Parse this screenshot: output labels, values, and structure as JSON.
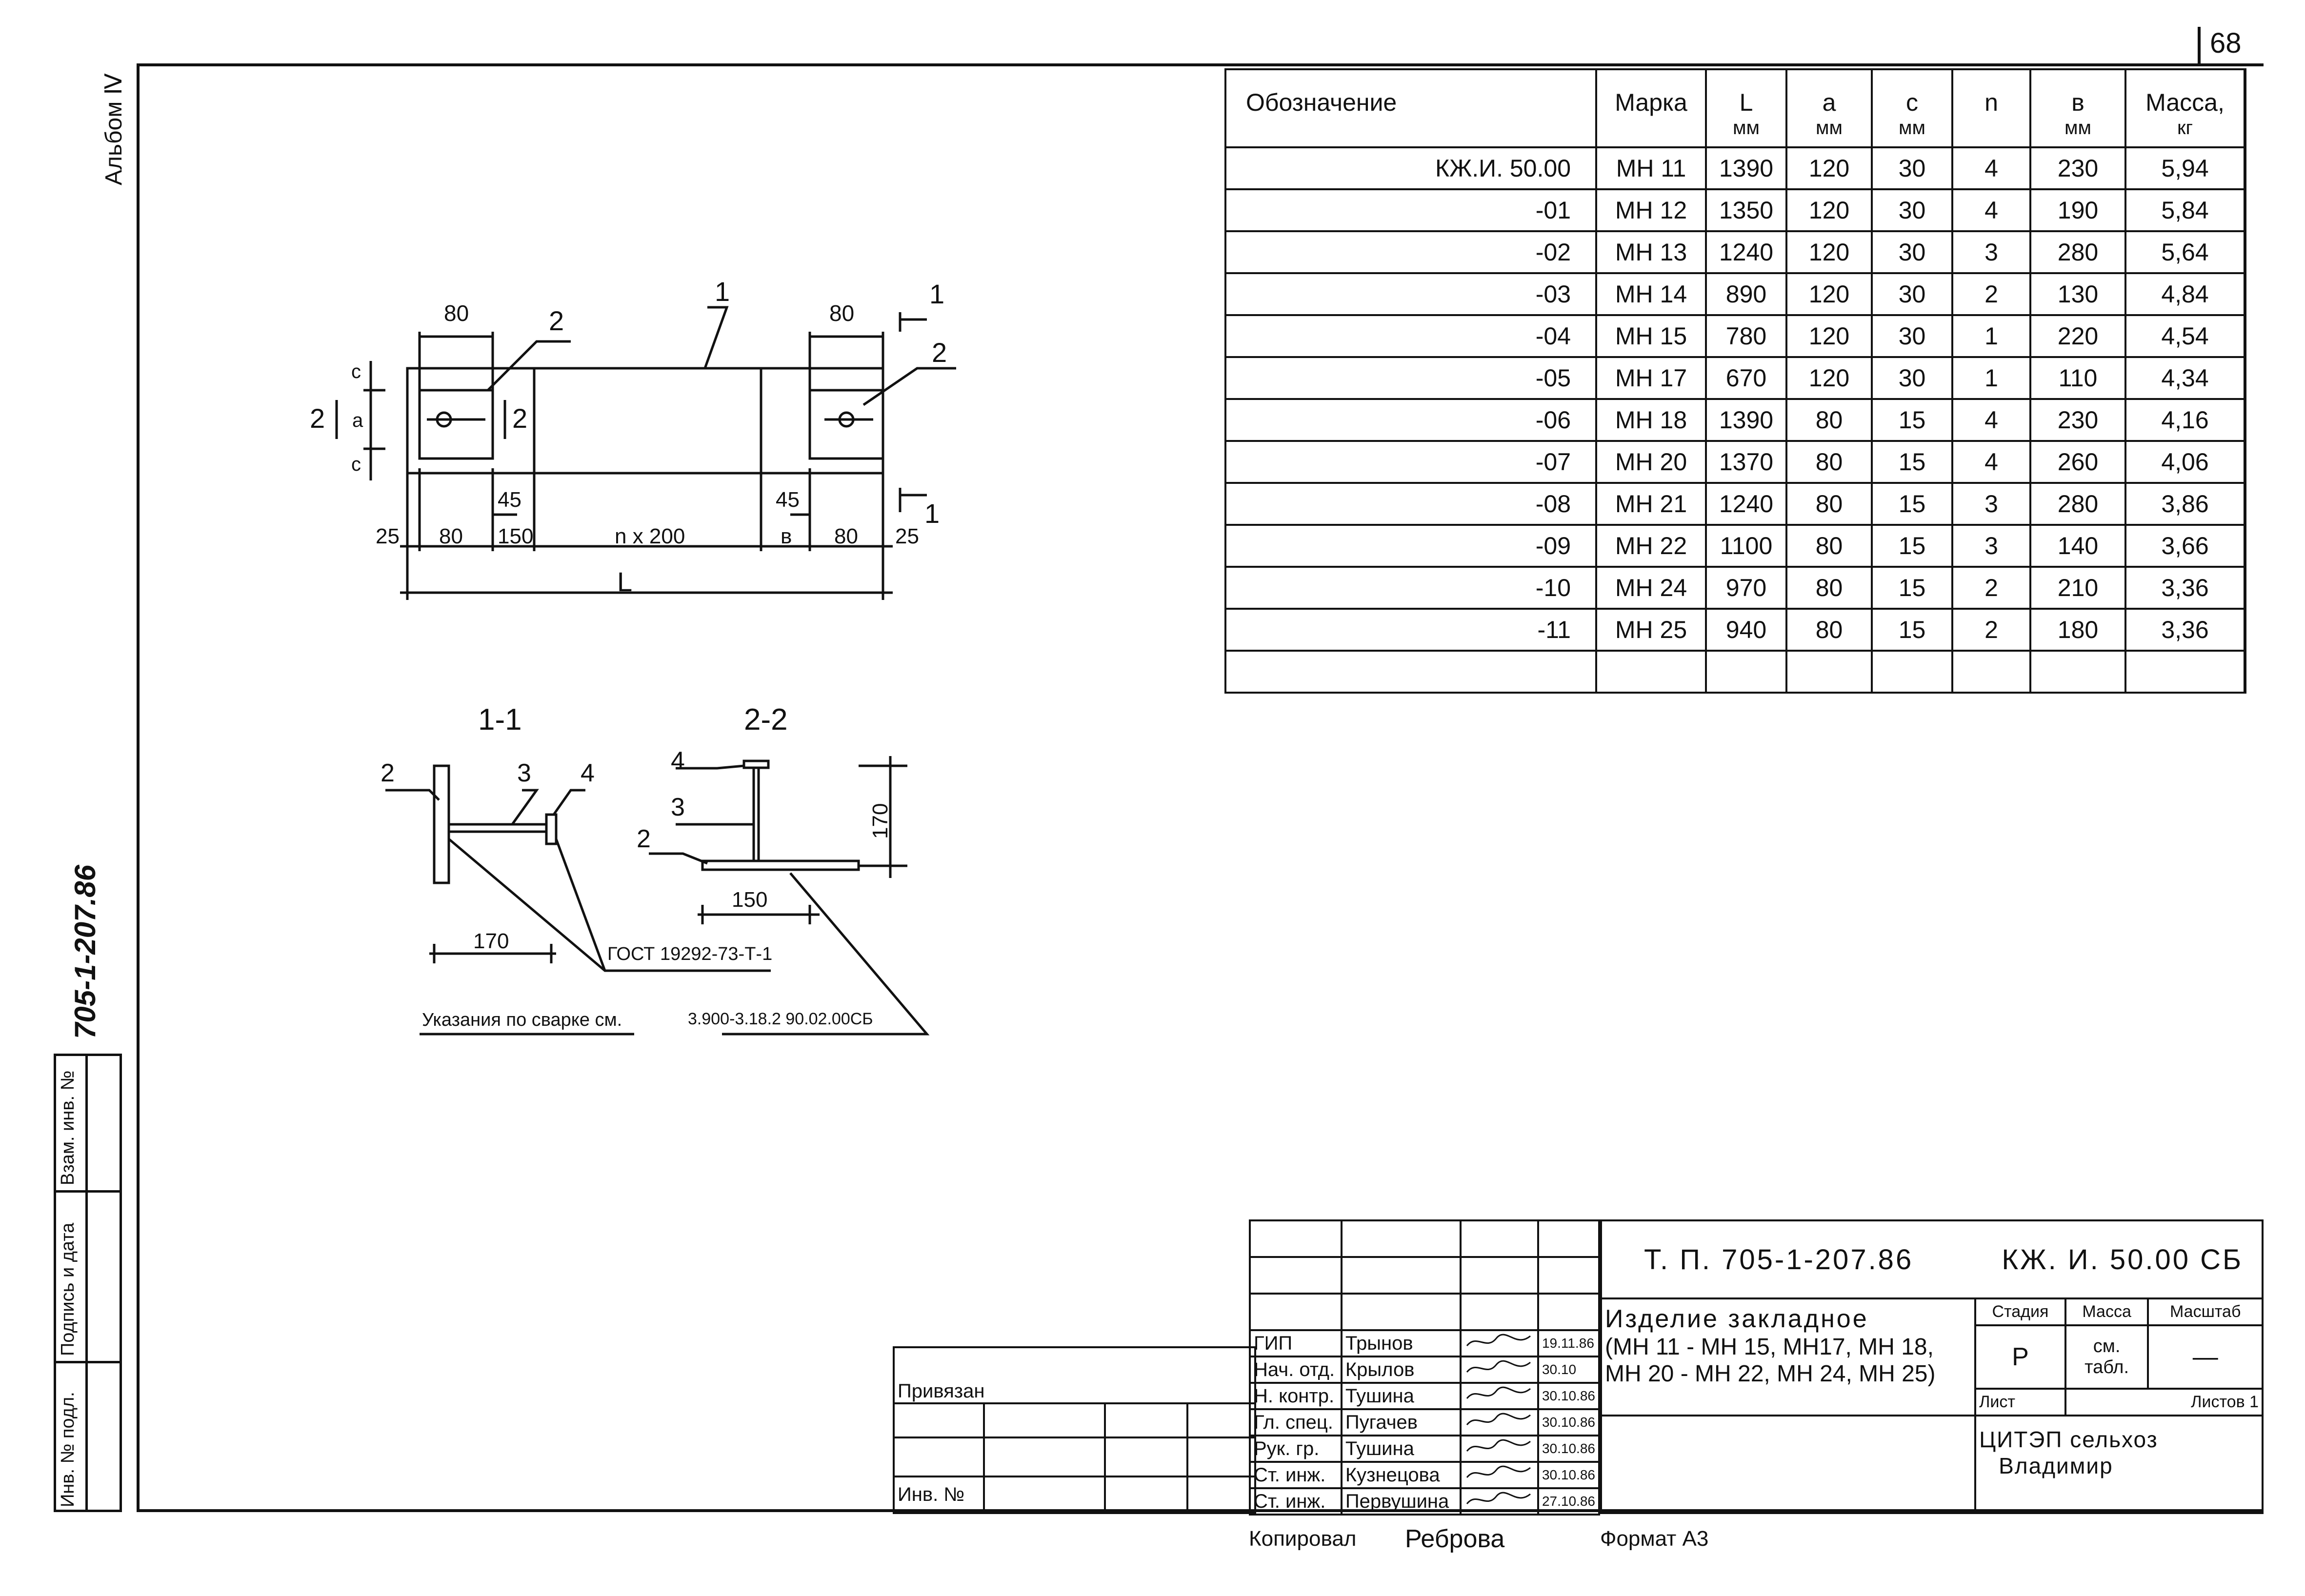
{
  "page_number": "68",
  "side": {
    "album": "Альбом Ⅳ",
    "project_code": "705-1-207.86",
    "inv_podl": "Инв. № подл.",
    "podpis": "Подпись и дата",
    "vzam": "Взам. инв. №"
  },
  "drawing": {
    "dim_80_left": "80",
    "dim_80_right": "80",
    "callout_1_top": "1",
    "callout_2_left": "2",
    "callout_2_right": "2",
    "section_mark_1": "1",
    "section_mark_1b": "1",
    "section_mark_2_left": "2",
    "section_mark_2_right": "2",
    "dim_c": "c",
    "dim_a": "a",
    "dim_c2": "c",
    "dim_45_left": "45",
    "dim_45_right": "45",
    "dim_25_left": "25",
    "dim_80_b1": "80",
    "dim_150": "150",
    "dim_n200": "n x 200",
    "dim_b": "в",
    "dim_80_b2": "80",
    "dim_25_right": "25",
    "dim_L": "L",
    "section_1_title": "1-1",
    "section_2_title": "2-2",
    "s1_2": "2",
    "s1_3": "3",
    "s1_4": "4",
    "s2_4": "4",
    "s2_3": "3",
    "s2_2": "2",
    "dim_170_h": "170",
    "dim_170_v": "170",
    "dim_150_b": "150",
    "gost": "ГОСТ 19292-73-Т-1",
    "weld_note": "Указания по сварке см.",
    "weld_ref": "3.900-3.18.2 90.02.00СБ"
  },
  "spec_table": {
    "headers": [
      "Обозначение",
      "Марка",
      "L",
      "a",
      "c",
      "n",
      "в",
      "Масса,"
    ],
    "units": [
      "",
      "",
      "мм",
      "мм",
      "мм",
      "",
      "мм",
      "кг"
    ],
    "rows": [
      [
        "КЖ.И. 50.00",
        "МН 11",
        "1390",
        "120",
        "30",
        "4",
        "230",
        "5,94"
      ],
      [
        "-01",
        "МН 12",
        "1350",
        "120",
        "30",
        "4",
        "190",
        "5,84"
      ],
      [
        "-02",
        "МН 13",
        "1240",
        "120",
        "30",
        "3",
        "280",
        "5,64"
      ],
      [
        "-03",
        "МН 14",
        "890",
        "120",
        "30",
        "2",
        "130",
        "4,84"
      ],
      [
        "-04",
        "МН 15",
        "780",
        "120",
        "30",
        "1",
        "220",
        "4,54"
      ],
      [
        "-05",
        "МН 17",
        "670",
        "120",
        "30",
        "1",
        "110",
        "4,34"
      ],
      [
        "-06",
        "МН 18",
        "1390",
        "80",
        "15",
        "4",
        "230",
        "4,16"
      ],
      [
        "-07",
        "МН 20",
        "1370",
        "80",
        "15",
        "4",
        "260",
        "4,06"
      ],
      [
        "-08",
        "МН 21",
        "1240",
        "80",
        "15",
        "3",
        "280",
        "3,86"
      ],
      [
        "-09",
        "МН 22",
        "1100",
        "80",
        "15",
        "3",
        "140",
        "3,66"
      ],
      [
        "-10",
        "МН 24",
        "970",
        "80",
        "15",
        "2",
        "210",
        "3,36"
      ],
      [
        "-11",
        "МН 25",
        "940",
        "80",
        "15",
        "2",
        "180",
        "3,36"
      ],
      [
        "",
        "",
        "",
        "",
        "",
        "",
        "",
        ""
      ]
    ]
  },
  "title_block": {
    "privyazan": "Привязан",
    "inv_no": "Инв. №",
    "doc_number": "Т. П. 705-1-207.86",
    "doc_code": "КЖ. И. 50.00 СБ",
    "title_line1": "Изделие закладное",
    "title_line2": "(МН 11 - МН 15, МН17, МН 18,",
    "title_line3": "МН 20 - МН 22, МН 24, МН 25)",
    "stage_label": "Стадия",
    "mass_label": "Масса",
    "scale_label": "Масштаб",
    "stage_value": "Р",
    "mass_value": "см. табл.",
    "scale_value": "—",
    "sheet_label": "Лист",
    "sheets_label": "Листов 1",
    "org_line1": "ЦИТЭП сельхоз",
    "org_line2": "Владимир",
    "signers": [
      {
        "role": "ГИП",
        "name": "Трынов",
        "date": "19.11.86"
      },
      {
        "role": "Нач. отд.",
        "name": "Крылов",
        "date": "30.10"
      },
      {
        "role": "Н. контр.",
        "name": "Тушина",
        "date": "30.10.86"
      },
      {
        "role": "Гл. спец.",
        "name": "Пугачев",
        "date": "30.10.86"
      },
      {
        "role": "Рук. гр.",
        "name": "Тушина",
        "date": "30.10.86"
      },
      {
        "role": "Ст. инж.",
        "name": "Кузнецова",
        "date": "30.10.86"
      },
      {
        "role": "Ст. инж.",
        "name": "Первушина",
        "date": "27.10.86"
      }
    ],
    "footer_copied": "Копировал",
    "footer_copier": "Реброва",
    "footer_format": "Формат А3"
  }
}
